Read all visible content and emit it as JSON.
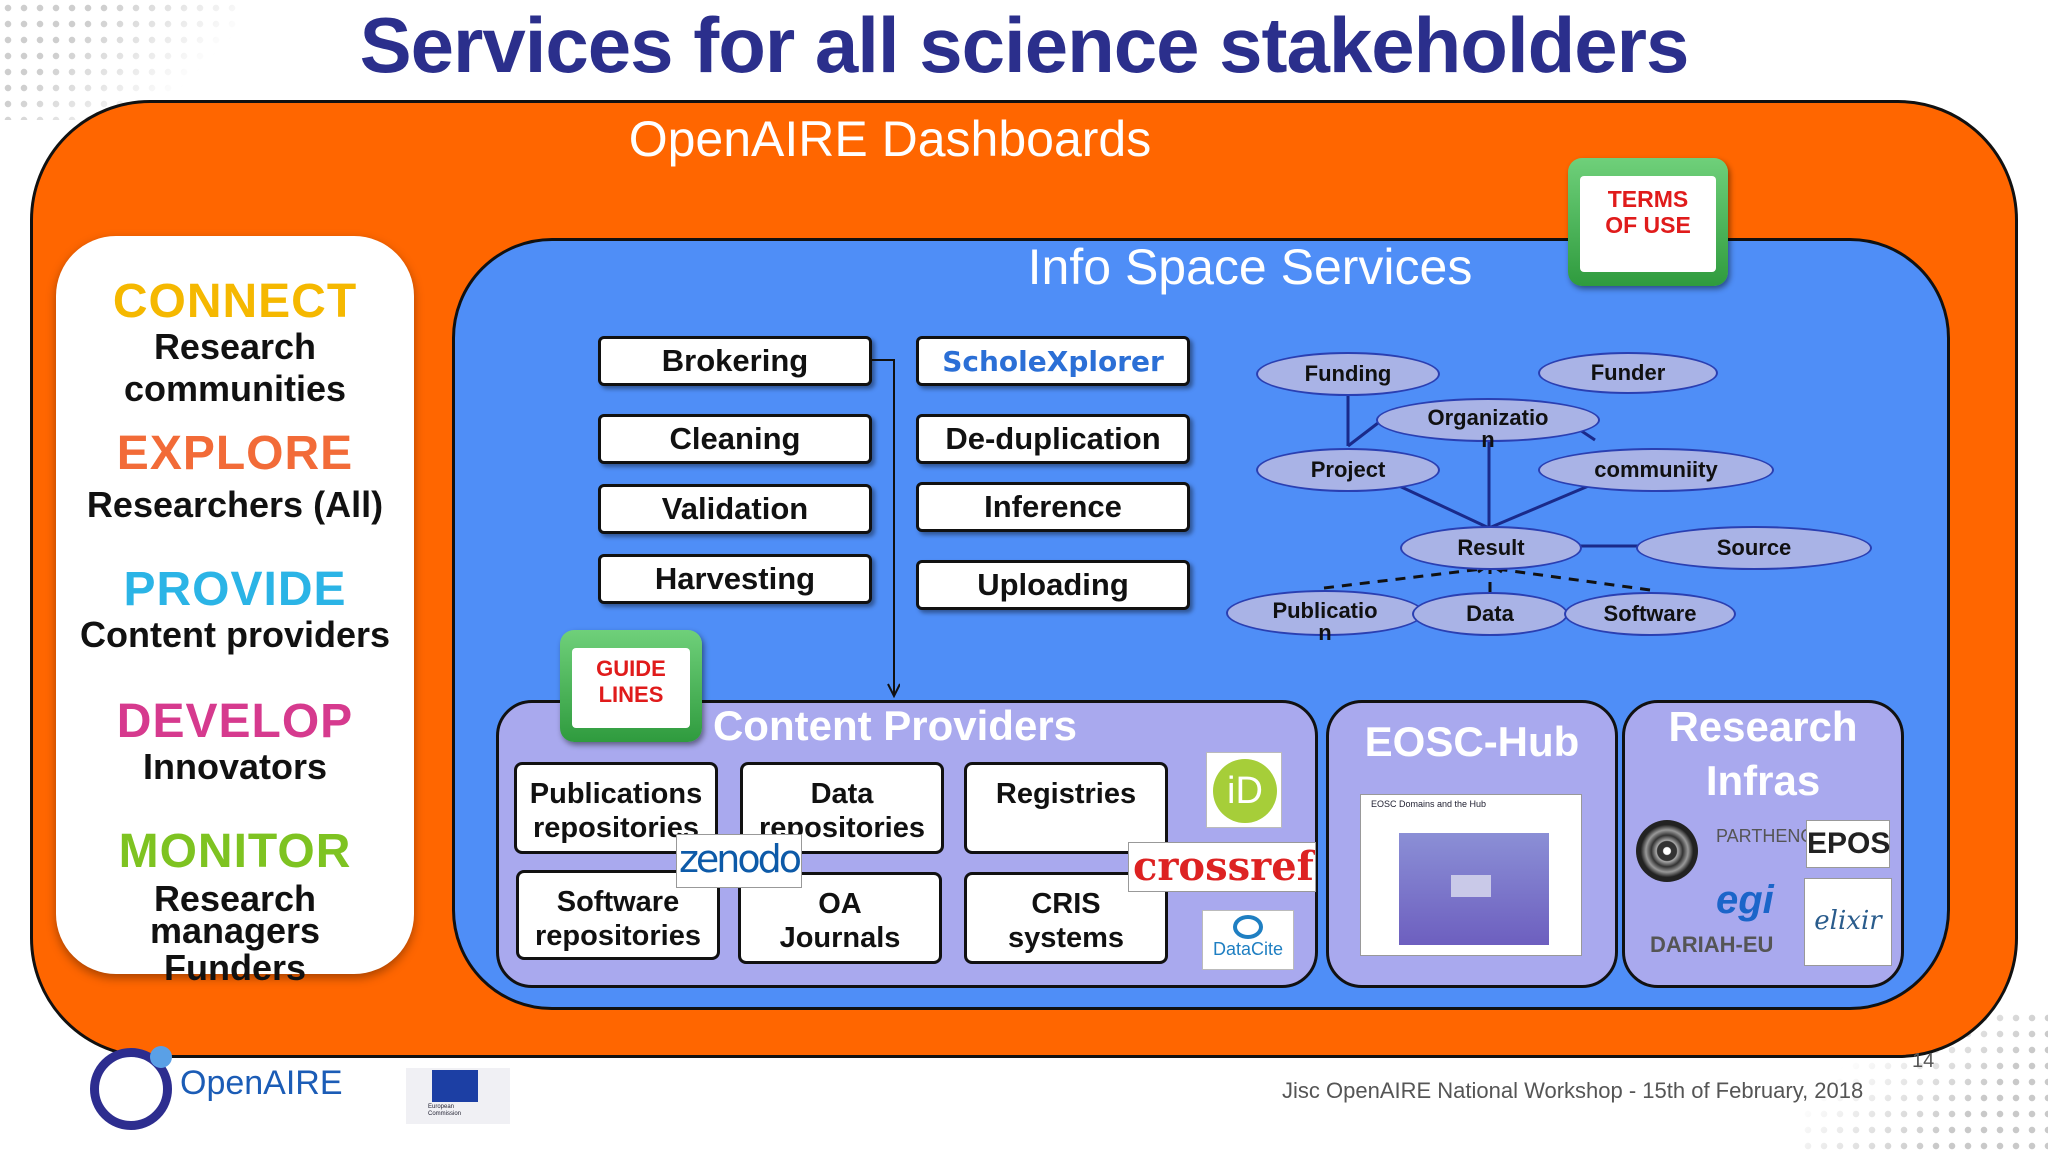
{
  "title": "Services for all science stakeholders",
  "dashboards_label": "OpenAIRE Dashboards",
  "stakeholders": [
    {
      "head": "CONNECT",
      "color": "#f5b800",
      "sub": [
        "Research",
        "communities"
      ]
    },
    {
      "head": "EXPLORE",
      "color": "#f26b38",
      "sub": [
        "Researchers (All)"
      ]
    },
    {
      "head": "PROVIDE",
      "color": "#2bb4e6",
      "sub": [
        "Content providers"
      ]
    },
    {
      "head": "DEVELOP",
      "color": "#d63a8e",
      "sub": [
        "Innovators"
      ]
    },
    {
      "head": "MONITOR",
      "color": "#7ec321",
      "sub": [
        "Research",
        "managers",
        "Funders"
      ]
    }
  ],
  "info_space_label": "Info Space Services",
  "terms_badge": [
    "TERMS",
    "OF USE"
  ],
  "guide_badge": [
    "GUIDE",
    "LINES"
  ],
  "services_left": [
    "Brokering",
    "Cleaning",
    "Validation",
    "Harvesting"
  ],
  "services_right": [
    "ScholeXplorer",
    "De-duplication",
    "Inference",
    "Uploading"
  ],
  "graph_nodes": {
    "funding": "Funding",
    "funder": "Funder",
    "organization": "Organizatio\nn",
    "project": "Project",
    "community": "communiity",
    "result": "Result",
    "source": "Source",
    "publication": "Publicatio\nn",
    "data": "Data",
    "software": "Software"
  },
  "content_providers": {
    "label": "Content Providers",
    "boxes": [
      [
        "Publications",
        "repositories"
      ],
      [
        "Data",
        "repositories"
      ],
      [
        "Registries"
      ],
      [
        "Software",
        "repositories"
      ],
      [
        "OA",
        "Journals"
      ],
      [
        "CRIS",
        "systems"
      ]
    ],
    "logos": {
      "orcid": "iD",
      "zenodo": "zenodo",
      "crossref": "crossref",
      "datacite": "DataCite"
    }
  },
  "eosc": {
    "label": "EOSC-Hub",
    "image_title": "EOSC Domains and the Hub"
  },
  "research_infras": {
    "label": [
      "Research",
      "Infras"
    ],
    "logos": [
      "PARTHENOS",
      "EPOS",
      "egi",
      "elixir",
      "DARIAH-EU"
    ]
  },
  "footer": {
    "brand": "OpenAIRE",
    "ec": "European Commission",
    "text": "Jisc OpenAIRE National Workshop - 15th of February, 2018",
    "page": "14"
  }
}
